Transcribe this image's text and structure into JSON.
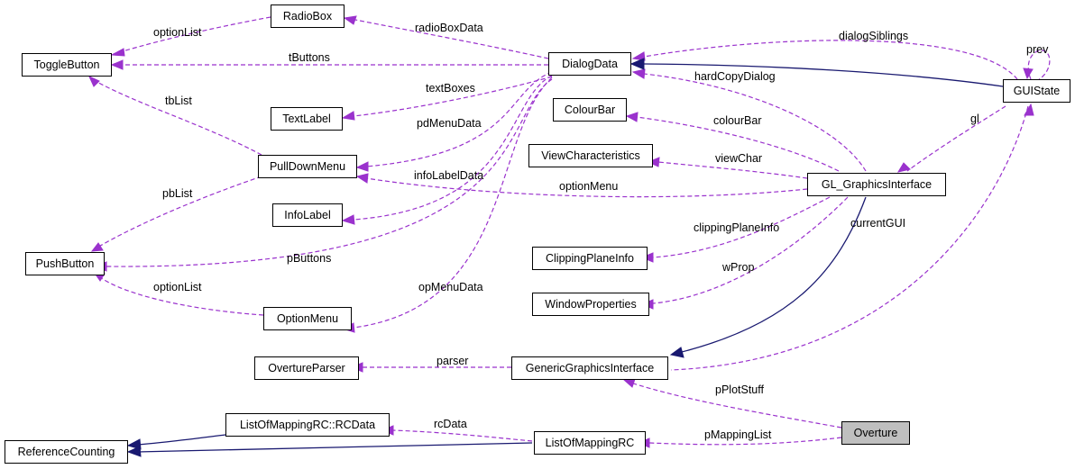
{
  "nodes": {
    "toggle_button": "ToggleButton",
    "radio_box": "RadioBox",
    "text_label": "TextLabel",
    "pull_down_menu": "PullDownMenu",
    "info_label": "InfoLabel",
    "push_button": "PushButton",
    "option_menu": "OptionMenu",
    "overture_parser": "OvertureParser",
    "list_of_mapping_rc_rcdata": "ListOfMappingRC::RCData",
    "reference_counting": "ReferenceCounting",
    "dialog_data": "DialogData",
    "colour_bar": "ColourBar",
    "view_characteristics": "ViewCharacteristics",
    "clipping_plane_info": "ClippingPlaneInfo",
    "window_properties": "WindowProperties",
    "generic_graphics_interface": "GenericGraphicsInterface",
    "list_of_mapping_rc": "ListOfMappingRC",
    "gl_graphics_interface": "GL_GraphicsInterface",
    "gui_state": "GUIState",
    "overture": "Overture"
  },
  "edge_labels": {
    "option_list_radio": "optionList",
    "radio_box_data": "radioBoxData",
    "t_buttons": "tButtons",
    "dialog_siblings": "dialogSiblings",
    "prev": "prev",
    "hard_copy_dialog": "hardCopyDialog",
    "text_boxes": "textBoxes",
    "tb_list": "tbList",
    "pd_menu_data": "pdMenuData",
    "colour_bar": "colourBar",
    "gl": "gl",
    "view_char": "viewChar",
    "info_label_data": "infoLabelData",
    "option_menu": "optionMenu",
    "pb_list": "pbList",
    "current_gui": "currentGUI",
    "clipping_plane_info": "clippingPlaneInfo",
    "p_buttons": "pButtons",
    "w_prop": "wProp",
    "option_list_menu": "optionList",
    "op_menu_data": "opMenuData",
    "parser": "parser",
    "p_plot_stuff": "pPlotStuff",
    "rc_data": "rcData",
    "p_mapping_list": "pMappingList"
  },
  "colors": {
    "inheritance_edge": "#191970",
    "usage_edge": "#9a32cd",
    "focus_node_fill": "#bfbfbf"
  }
}
